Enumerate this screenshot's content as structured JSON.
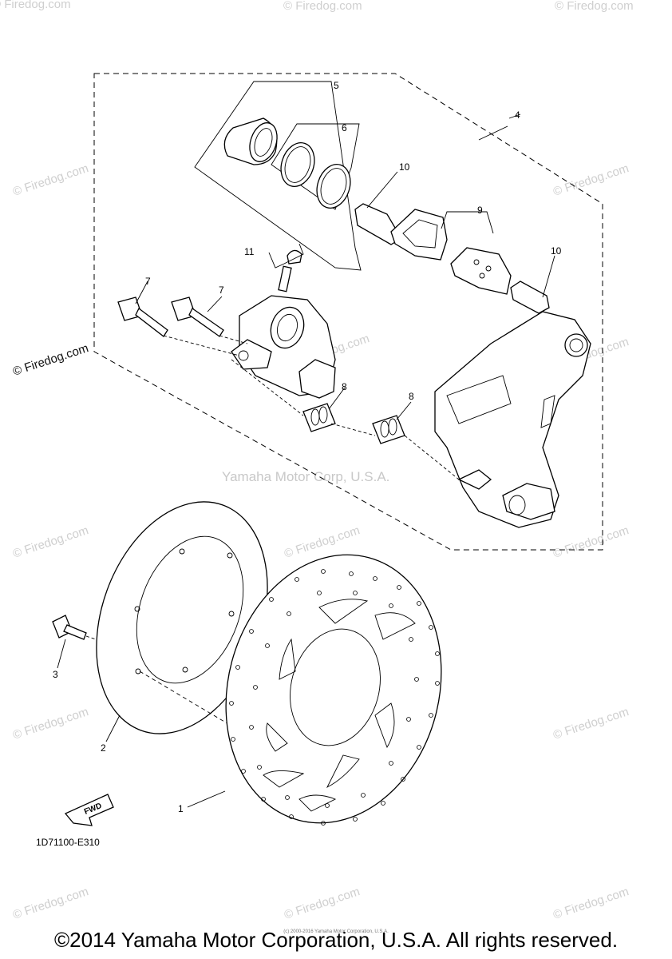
{
  "callouts": {
    "c1": "1",
    "c2": "2",
    "c3": "3",
    "c4": "4",
    "c5": "5",
    "c6": "6",
    "c7a": "7",
    "c7b": "7",
    "c8a": "8",
    "c8b": "8",
    "c9": "9",
    "c10a": "10",
    "c10b": "10",
    "c11": "11"
  },
  "fwd_label": "FWD",
  "diagram_code": "1D71100-E310",
  "center_watermark": "Yamaha Motor Corp, U.S.A.",
  "side_watermark": "© Firedog.com",
  "watermark": "© Firedog.com",
  "tiny_notice": "(c) 2000-2016 Yamaha Motor Corporation, U.S.A.",
  "copyright": "©2014 Yamaha Motor Corporation, U.S.A. All rights reserved."
}
